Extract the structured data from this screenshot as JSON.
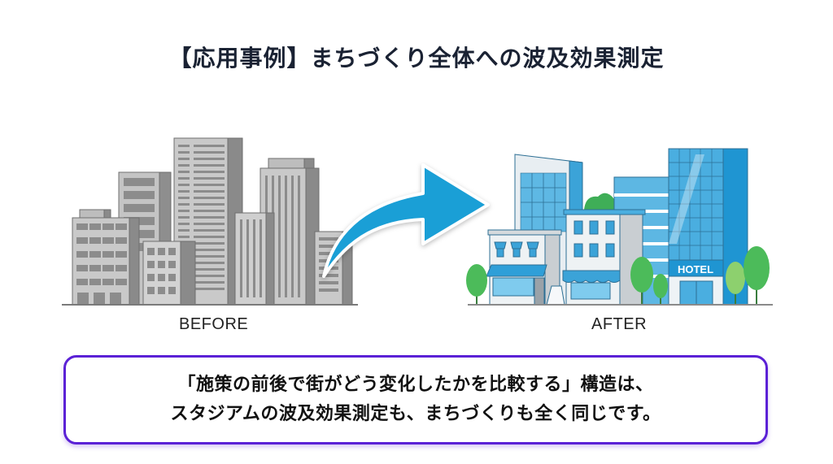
{
  "title": "【応用事例】まちづくり全体への波及効果測定",
  "before": {
    "label": "BEFORE",
    "icon": "gray-office-buildings-illustration"
  },
  "arrow": {
    "icon": "curved-right-arrow-icon",
    "color": "#1a9fd6"
  },
  "after": {
    "label": "AFTER",
    "icon": "revitalized-town-illustration",
    "hotel_sign": "HOTEL"
  },
  "callout": {
    "line1": "「施策の前後で街がどう変化したかを比較する」構造は、",
    "line2": "スタジアムの波及効果測定も、まちづくりも全く同じです。",
    "border_color": "#5b21d6"
  },
  "colors": {
    "title": "#1a2233",
    "gray_building": "#b9b9b9",
    "gray_dark": "#8a8a8a",
    "blue_glass": "#3fa9dc",
    "tree_green": "#4cbb5a"
  }
}
